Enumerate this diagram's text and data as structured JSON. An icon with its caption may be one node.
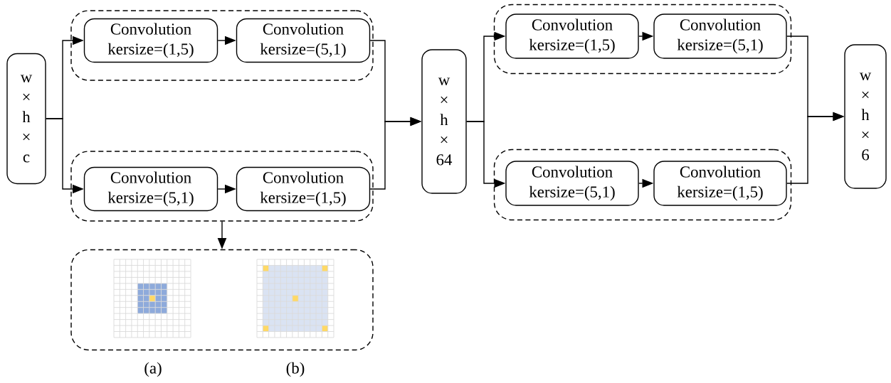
{
  "diagram": {
    "nodes": [
      {
        "text": [
          "w × h × c"
        ]
      },
      {
        "text": [],
        "shape": "box"
      },
      {
        "text": [
          "Convolution",
          "kersize=(1,5)"
        ],
        "in": 1
      },
      {
        "text": [
          "Convolution",
          "kersize=(5,1)"
        ],
        "in": 1
      },
      {
        "text": [],
        "shape": "box"
      },
      {
        "text": [
          "Convolution",
          "kersize=(5,1)"
        ],
        "in": 4
      },
      {
        "text": [
          "Convolution",
          "kersize=(1,5)"
        ],
        "in": 4
      },
      {
        "text": [
          "w × h × 64"
        ]
      },
      {
        "text": [],
        "shape": "box"
      },
      {
        "text": [
          "Convolution",
          "kersize=(1,5)"
        ],
        "in": 8
      },
      {
        "text": [
          "Convolution",
          "kersize=(5,1)"
        ],
        "in": 8
      },
      {
        "text": [],
        "shape": "box"
      },
      {
        "text": [
          "Convolution",
          "kersize=(5,1)"
        ],
        "in": 11
      },
      {
        "text": [
          "Convolution",
          "kersize=(1,5)"
        ],
        "in": 11
      },
      {
        "text": [
          "w × h × 6"
        ]
      },
      {
        "text": [],
        "shape": "box"
      },
      {
        "text": [],
        "shape": "picture",
        "in": 15
      },
      {
        "text": [],
        "shape": "picture",
        "in": 15
      }
    ],
    "edges": [
      {
        "from": 0,
        "to": 2,
        "arrow": "to"
      },
      {
        "from": 0,
        "to": 5,
        "arrow": "to"
      },
      {
        "from": 2,
        "to": 3,
        "arrow": "to"
      },
      {
        "from": 5,
        "to": 6,
        "arrow": "to"
      },
      {
        "from": 3,
        "to": 7,
        "arrow": "to"
      },
      {
        "from": 6,
        "to": 7,
        "arrow": "to"
      },
      {
        "from": 7,
        "to": 9,
        "arrow": "to"
      },
      {
        "from": 7,
        "to": 12,
        "arrow": "to"
      },
      {
        "from": 9,
        "to": 10,
        "arrow": "to"
      },
      {
        "from": 12,
        "to": 13,
        "arrow": "to"
      },
      {
        "from": 10,
        "to": 14,
        "arrow": "to"
      },
      {
        "from": 13,
        "to": 14,
        "arrow": "to"
      },
      {
        "from": 4,
        "to": 15,
        "arrow": "to"
      }
    ],
    "labels": [
      "(a)",
      "(b)"
    ]
  }
}
